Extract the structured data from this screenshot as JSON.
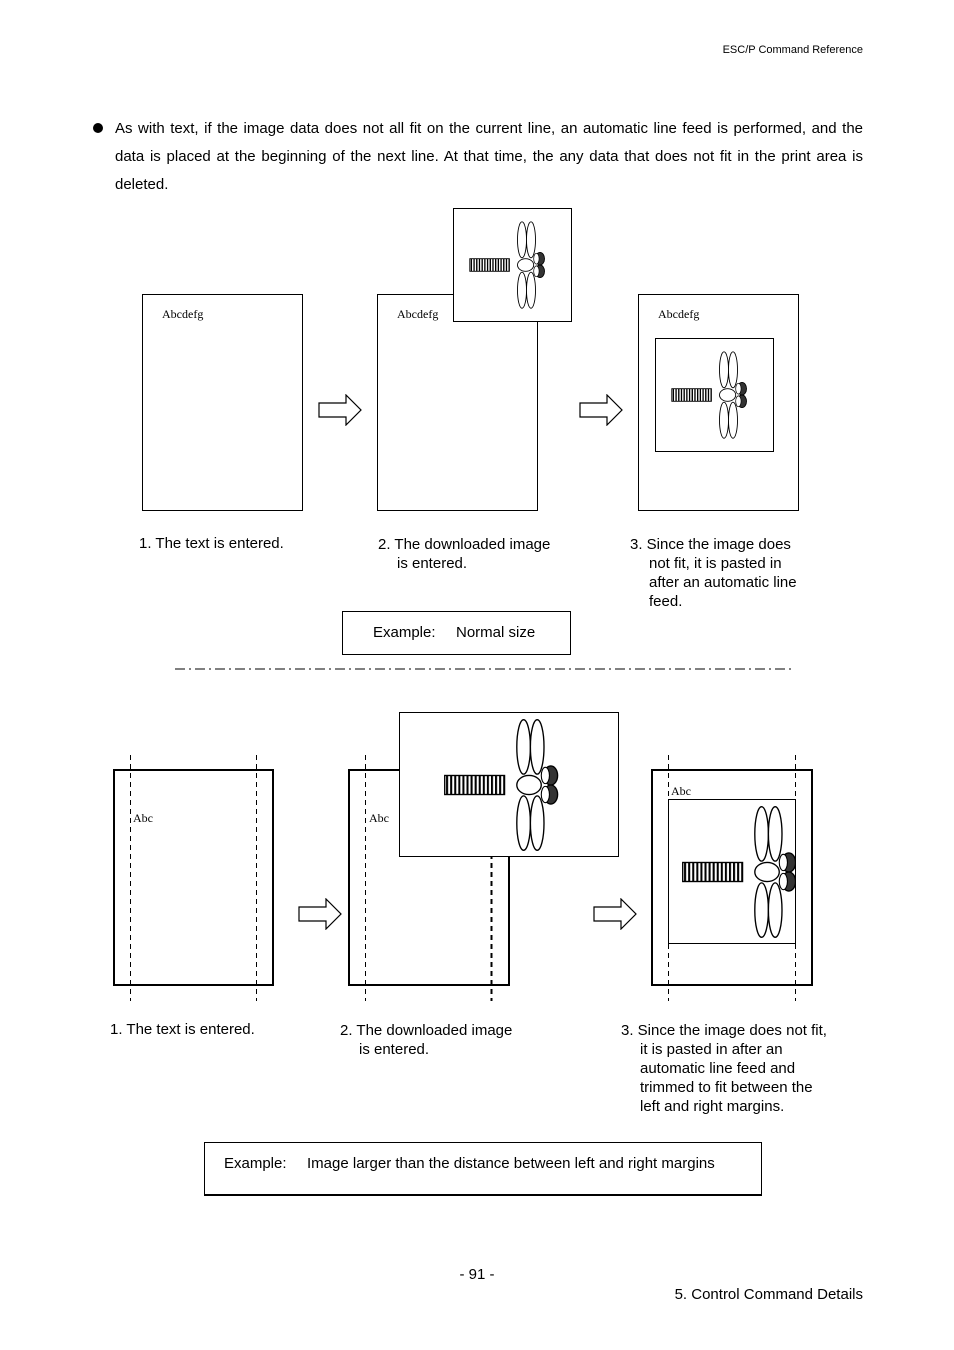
{
  "header": {
    "title": "ESC/P Command Reference"
  },
  "bullet_text": "As with text, if the image data does not all fit on the current line, an automatic line feed is performed, and the data is placed at the beginning of the next line. At that time, the any data that does not fit in the print area is deleted.",
  "example1": {
    "sample_text": "Abcdefg",
    "caption1": "1. The text is entered.",
    "caption2_line1": "2. The downloaded image",
    "caption2_line2": "is entered.",
    "caption3_line1": "3. Since the image does",
    "caption3_line2": "not fit, it is pasted in",
    "caption3_line3": "after an automatic line",
    "caption3_line4": "feed.",
    "label_prefix": "Example:",
    "label": "Normal size"
  },
  "example2": {
    "sample_text": "Abc",
    "caption1": "1. The text is entered.",
    "caption2_line1": "2. The downloaded image",
    "caption2_line2": "is entered.",
    "caption3_line1": "3. Since the image does not fit,",
    "caption3_line2": "it is pasted in after an",
    "caption3_line3": "automatic line feed and",
    "caption3_line4": "trimmed to fit between the",
    "caption3_line5": "left and right margins.",
    "label_prefix": "Example:",
    "label": "Image larger than the distance between left and right margins"
  },
  "footer": {
    "page_number": "- 91 -",
    "section": "5. Control Command Details"
  }
}
